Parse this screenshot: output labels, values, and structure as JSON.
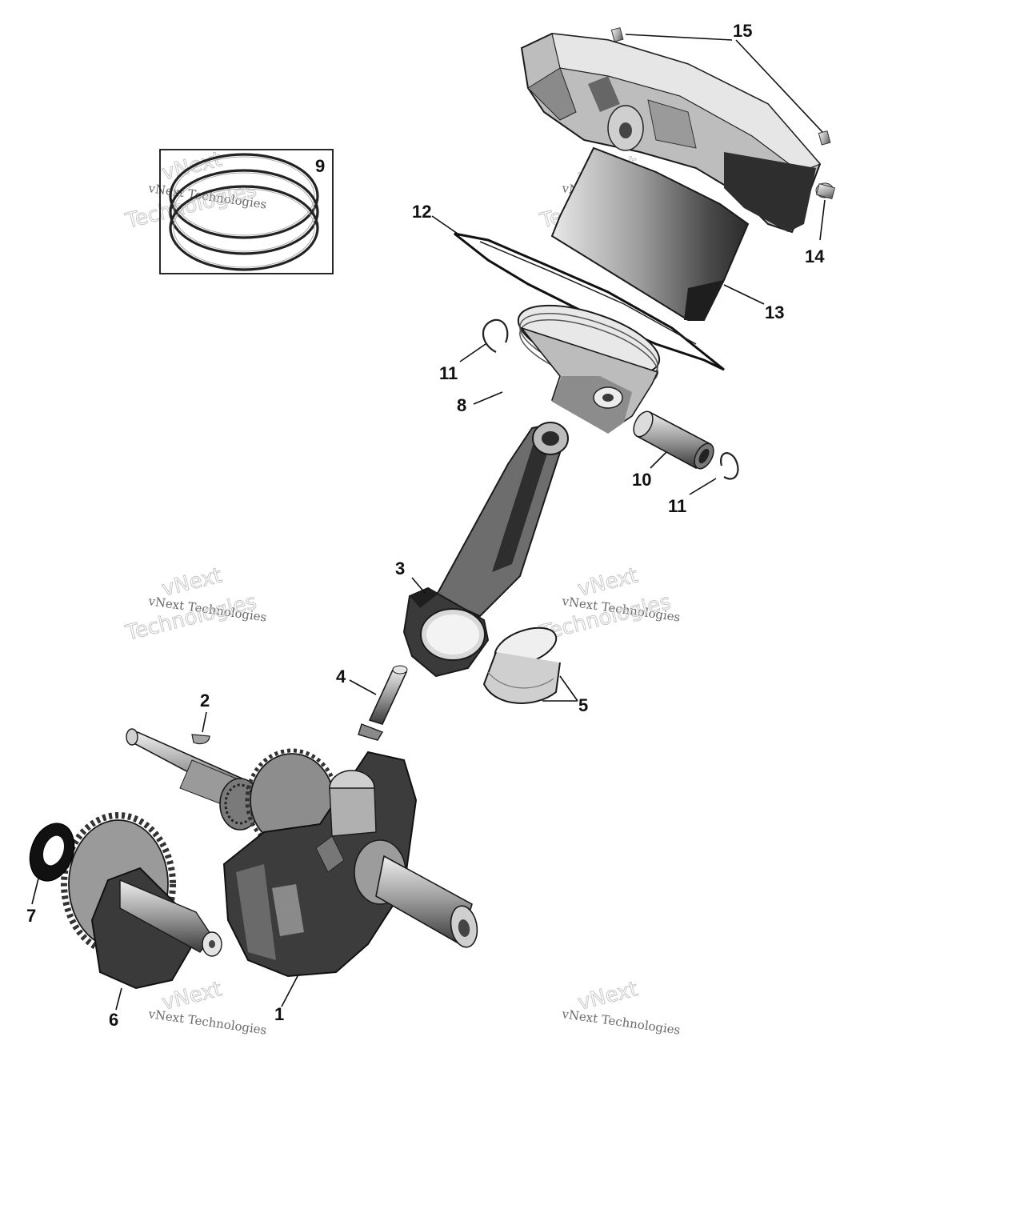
{
  "diagram": {
    "callouts": {
      "c1": "1",
      "c2": "2",
      "c3": "3",
      "c4": "4",
      "c5": "5",
      "c6": "6",
      "c7": "7",
      "c8": "8",
      "c9": "9",
      "c10": "10",
      "c11a": "11",
      "c11b": "11",
      "c12": "12",
      "c13": "13",
      "c14": "14",
      "c15": "15"
    },
    "watermark": {
      "line1": "vNext Technologies",
      "line2": "vNext",
      "line3": "Technologies"
    },
    "colors": {
      "metal_dark": "#2b2b2b",
      "metal_mid": "#7a7a7a",
      "metal_light": "#d9d9d9",
      "line": "#111111"
    }
  }
}
